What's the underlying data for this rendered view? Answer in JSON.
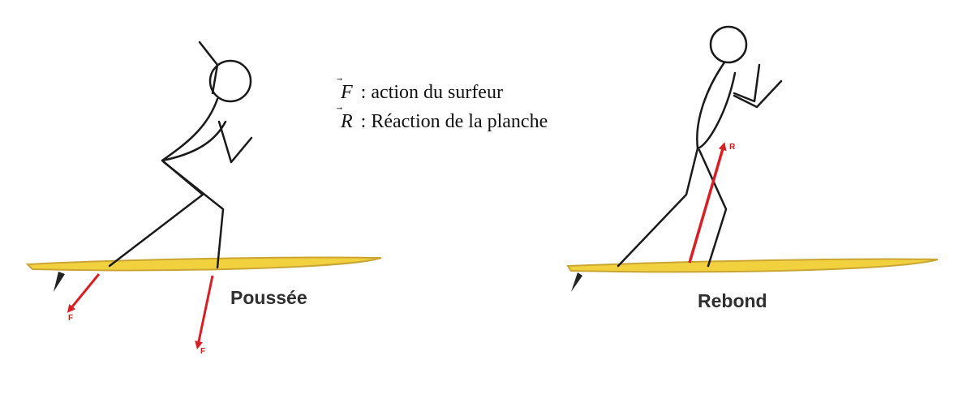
{
  "legend": {
    "f_symbol": "F",
    "f_text": " : action du surfeur",
    "r_symbol": "R",
    "r_text": " : Réaction de la planche"
  },
  "panels": {
    "left": {
      "caption": "Poussée",
      "force_label_1": "F",
      "force_label_2": "F"
    },
    "right": {
      "caption": "Rebond",
      "force_label": "R"
    }
  },
  "colors": {
    "board_fill": "#f2d13f",
    "board_stroke": "#caa534",
    "force": "#d81f26",
    "figure": "#1a1a1a"
  }
}
